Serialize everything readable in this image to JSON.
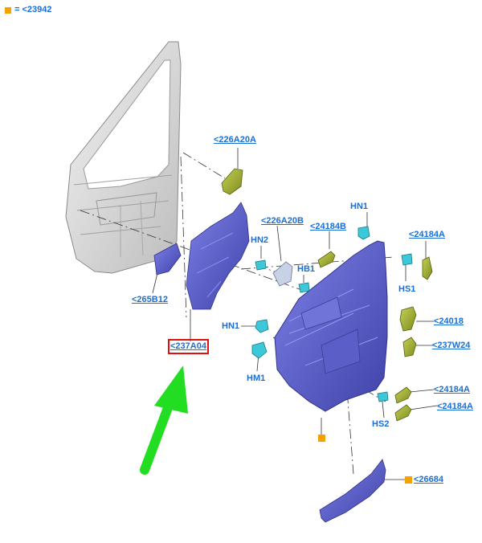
{
  "legend": {
    "symbol_label": "= <23942",
    "symbol_color": "#f5a100"
  },
  "labels": {
    "p226A20A": "<226A20A",
    "p226A20B": "<226A20B",
    "p24184B": "<24184B",
    "pHN1_top": "HN1",
    "p24184A_top": "<24184A",
    "pHN2": "HN2",
    "pHB1": "HB1",
    "pHS1": "HS1",
    "p265B12": "<265B12",
    "pHN1_mid": "HN1",
    "p237A04": "<237A04",
    "p24018": "<24018",
    "p237W24": "<237W24",
    "pHM1": "HM1",
    "p24184A_low1": "<24184A",
    "p24184A_low2": "<24184A",
    "pHS2": "HS2",
    "p26684": "<26684"
  },
  "colors": {
    "label_text": "#1a6fd6",
    "highlight_box": "#e01010",
    "arrow": "#22dd22",
    "trim_panel": "#5b5fcc",
    "bracket_pad": "#9aaa2a",
    "clip": "#3cc8d8",
    "door_frame": "#d8d8d8",
    "marker": "#f5a100"
  }
}
